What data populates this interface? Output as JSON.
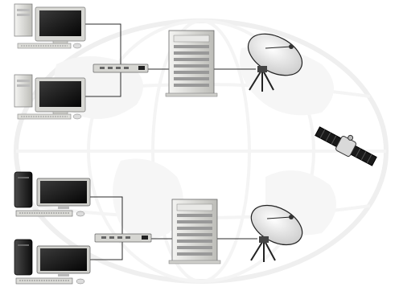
{
  "diagram": {
    "nodes": [
      {
        "id": "pc-a1",
        "kind": "workstation-beige"
      },
      {
        "id": "pc-a2",
        "kind": "workstation-beige"
      },
      {
        "id": "switch-a",
        "kind": "network-switch"
      },
      {
        "id": "server-a",
        "kind": "tower-server"
      },
      {
        "id": "dish-a",
        "kind": "satellite-dish"
      },
      {
        "id": "satellite",
        "kind": "satellite"
      },
      {
        "id": "dish-b",
        "kind": "satellite-dish"
      },
      {
        "id": "server-b",
        "kind": "tower-server"
      },
      {
        "id": "switch-b",
        "kind": "network-switch"
      },
      {
        "id": "pc-b1",
        "kind": "workstation-black"
      },
      {
        "id": "pc-b2",
        "kind": "workstation-black"
      }
    ],
    "links": [
      [
        "pc-a1",
        "switch-a"
      ],
      [
        "pc-a2",
        "switch-a"
      ],
      [
        "switch-a",
        "server-a"
      ],
      [
        "server-a",
        "dish-a"
      ],
      [
        "pc-b1",
        "switch-b"
      ],
      [
        "pc-b2",
        "switch-b"
      ],
      [
        "switch-b",
        "server-b"
      ],
      [
        "server-b",
        "dish-b"
      ]
    ],
    "background": "globe-watermark"
  },
  "colors": {
    "wire": "#2b2b2b",
    "beige_pc": "#e4e4e0",
    "black_pc": "#1c1c1c",
    "server": "#dcdcd8",
    "screen": "#111111",
    "watermark": "#eeeeee"
  }
}
